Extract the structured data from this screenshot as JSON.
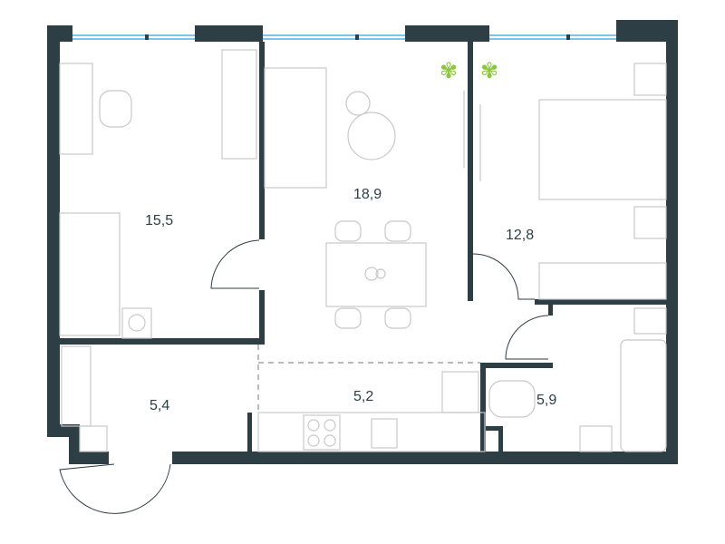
{
  "plan": {
    "colors": {
      "wall": "#2d3e44",
      "window": "#7fc3ea",
      "furniture": "#c8c8c8",
      "plant": "#8cc63f"
    },
    "rooms": [
      {
        "id": "bedroom-1",
        "area": "15,5"
      },
      {
        "id": "living-room",
        "area": "18,9"
      },
      {
        "id": "bedroom-2",
        "area": "12,8"
      },
      {
        "id": "hallway",
        "area": "5,4"
      },
      {
        "id": "kitchen",
        "area": "5,2"
      },
      {
        "id": "bathroom",
        "area": "5,9"
      }
    ]
  }
}
